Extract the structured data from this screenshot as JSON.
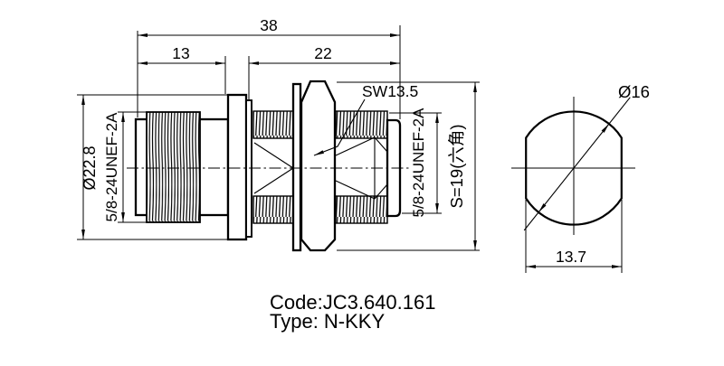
{
  "side_view": {
    "dim_total": "38",
    "dim_left": "13",
    "dim_right": "22",
    "dim_flange_dia": "Ø22.8",
    "thread_left": "5/8-24UNEF-2A",
    "thread_right": "5/8-24UNEF-2A",
    "wrench_label": "SW13.5",
    "hex_label": "S=19(六角)"
  },
  "end_view": {
    "dim_dia": "Ø16",
    "dim_flats": "13.7"
  },
  "title_block": {
    "code": "Code:JC3.640.161",
    "type": "Type: N-KKY"
  }
}
